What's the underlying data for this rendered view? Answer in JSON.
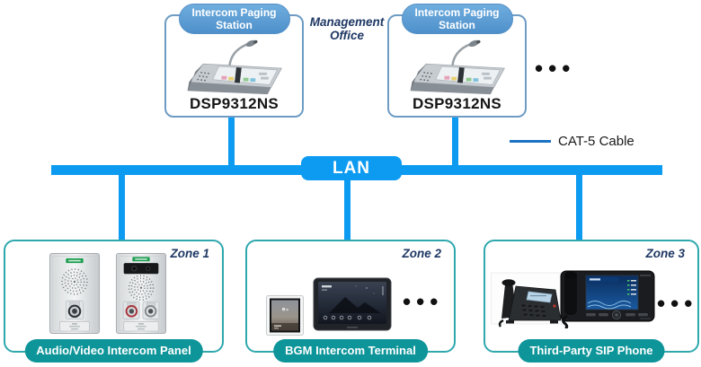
{
  "management_office": {
    "label": "Management Office"
  },
  "lan": {
    "label": "LAN"
  },
  "legend": {
    "label": "CAT-5 Cable"
  },
  "ellipsis": {
    "dots": "•••"
  },
  "stations": [
    {
      "tag": "Intercom Paging Station",
      "model": "DSP9312NS"
    },
    {
      "tag": "Intercom Paging Station",
      "model": "DSP9312NS"
    }
  ],
  "zones": [
    {
      "name": "Zone 1",
      "label": "Audio/Video Intercom Panel",
      "device_images": [
        "audio-intercom-panel",
        "video-intercom-panel"
      ]
    },
    {
      "name": "Zone 2",
      "label": "BGM Intercom Terminal",
      "device_images": [
        "wall-control-panel",
        "intercom-tablet"
      ]
    },
    {
      "name": "Zone 3",
      "label": "Third-Party SIP Phone",
      "device_images": [
        "sip-phone-small",
        "sip-phone-large"
      ]
    }
  ],
  "colors": {
    "network_blue": "#0d9bf2",
    "station_pill_blue": "#5b9cd6",
    "station_border_blue": "#6e9cc4",
    "legend_line_blue": "#1c73c4",
    "navy_text": "#1f3864",
    "zone_border_teal": "#2fa8ad",
    "zone_pill_teal": "#0e9599"
  }
}
